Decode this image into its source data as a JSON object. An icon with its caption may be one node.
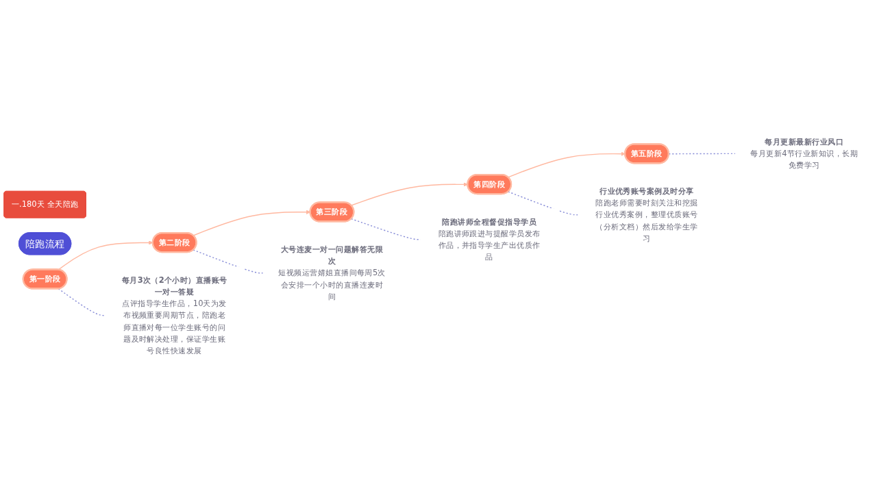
{
  "diagram": {
    "nodes": [
      {
        "text": [
          "一.180天 全天陪跑"
        ]
      },
      {
        "text": [
          "陪跑流程"
        ]
      },
      {
        "text": [
          "第一阶段"
        ]
      },
      {
        "text": [
          "第二阶段"
        ]
      },
      {
        "text": [
          "第三阶段"
        ]
      },
      {
        "text": [
          "第四阶段"
        ]
      },
      {
        "text": [
          "第五阶段"
        ]
      },
      {
        "text": [
          "每月3次（2个小时）直播账号一对一答疑",
          "点评指导学生作品，10天为发布视频重要周期节点，陪跑老师直播对每一位学生账号的问题及时解决处理，保证学生账号良性快速发展"
        ]
      },
      {
        "text": [
          "大号连麦一对一问题解答无限次",
          "短视频运营婧姐直播间每周5次会安排一个小时的直播连麦时间"
        ]
      },
      {
        "text": [
          "陪跑讲师全程督促指导学员",
          "陪跑讲师跟进与提醒学员发布作品，并指导学生产出优质作品"
        ]
      },
      {
        "text": [
          "行业优秀账号案例及时分享",
          "陪跑老师需要时刻关注和挖掘行业优秀案例，整理优质账号（分析文档）然后发给学生学习"
        ]
      },
      {
        "text": [
          "每月更新最新行业风口",
          "每月更新4节行业新知识，长期免费学习"
        ]
      }
    ],
    "edges": [
      {
        "from": 2,
        "to": 3,
        "arrow": "to",
        "color": "#ffb8a0"
      },
      {
        "from": 3,
        "to": 4,
        "arrow": "to",
        "color": "#ffb8a0"
      },
      {
        "from": 4,
        "to": 5,
        "arrow": "to",
        "color": "#ffb8a0"
      },
      {
        "from": 5,
        "to": 6,
        "arrow": "to",
        "color": "#ffb8a0"
      },
      {
        "from": 2,
        "to": 7,
        "arrow": "none",
        "style": "dashed"
      },
      {
        "from": 3,
        "to": 8,
        "arrow": "none",
        "style": "dashed"
      },
      {
        "from": 4,
        "to": 9,
        "arrow": "none",
        "style": "dashed"
      },
      {
        "from": 5,
        "to": 10,
        "arrow": "none",
        "style": "dashed"
      },
      {
        "from": 6,
        "to": 11,
        "arrow": "none",
        "style": "dashed"
      }
    ]
  }
}
